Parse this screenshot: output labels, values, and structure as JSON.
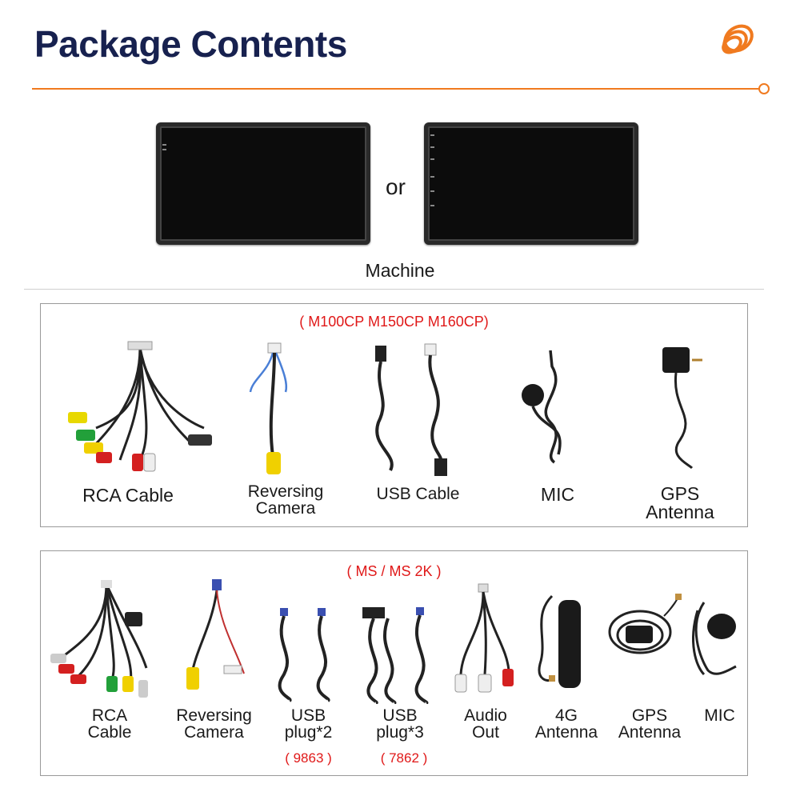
{
  "header": {
    "title": "Package Contents",
    "logo_icon": "orange-coil-logo-icon",
    "accent_color": "#f07a1f",
    "title_color": "#17214f"
  },
  "machine": {
    "or_text": "or",
    "label": "Machine"
  },
  "section1": {
    "models": "( M100CP M150CP M160CP)",
    "items": [
      {
        "label": "RCA Cable"
      },
      {
        "label": "Reversing Camera"
      },
      {
        "label": "USB Cable"
      },
      {
        "label": "MIC"
      },
      {
        "label": "GPS Antenna"
      }
    ]
  },
  "section2": {
    "models": "( MS / MS 2K )",
    "items": [
      {
        "label": "RCA Cable",
        "note": ""
      },
      {
        "label": "Reversing Camera",
        "note": ""
      },
      {
        "label": "USB plug*2",
        "note": "( 9863 )"
      },
      {
        "label": "USB plug*3",
        "note": "( 7862 )"
      },
      {
        "label": "Audio Out",
        "note": ""
      },
      {
        "label": "4G Antenna",
        "note": ""
      },
      {
        "label": "GPS Antenna",
        "note": ""
      },
      {
        "label": "MIC",
        "note": ""
      }
    ]
  }
}
